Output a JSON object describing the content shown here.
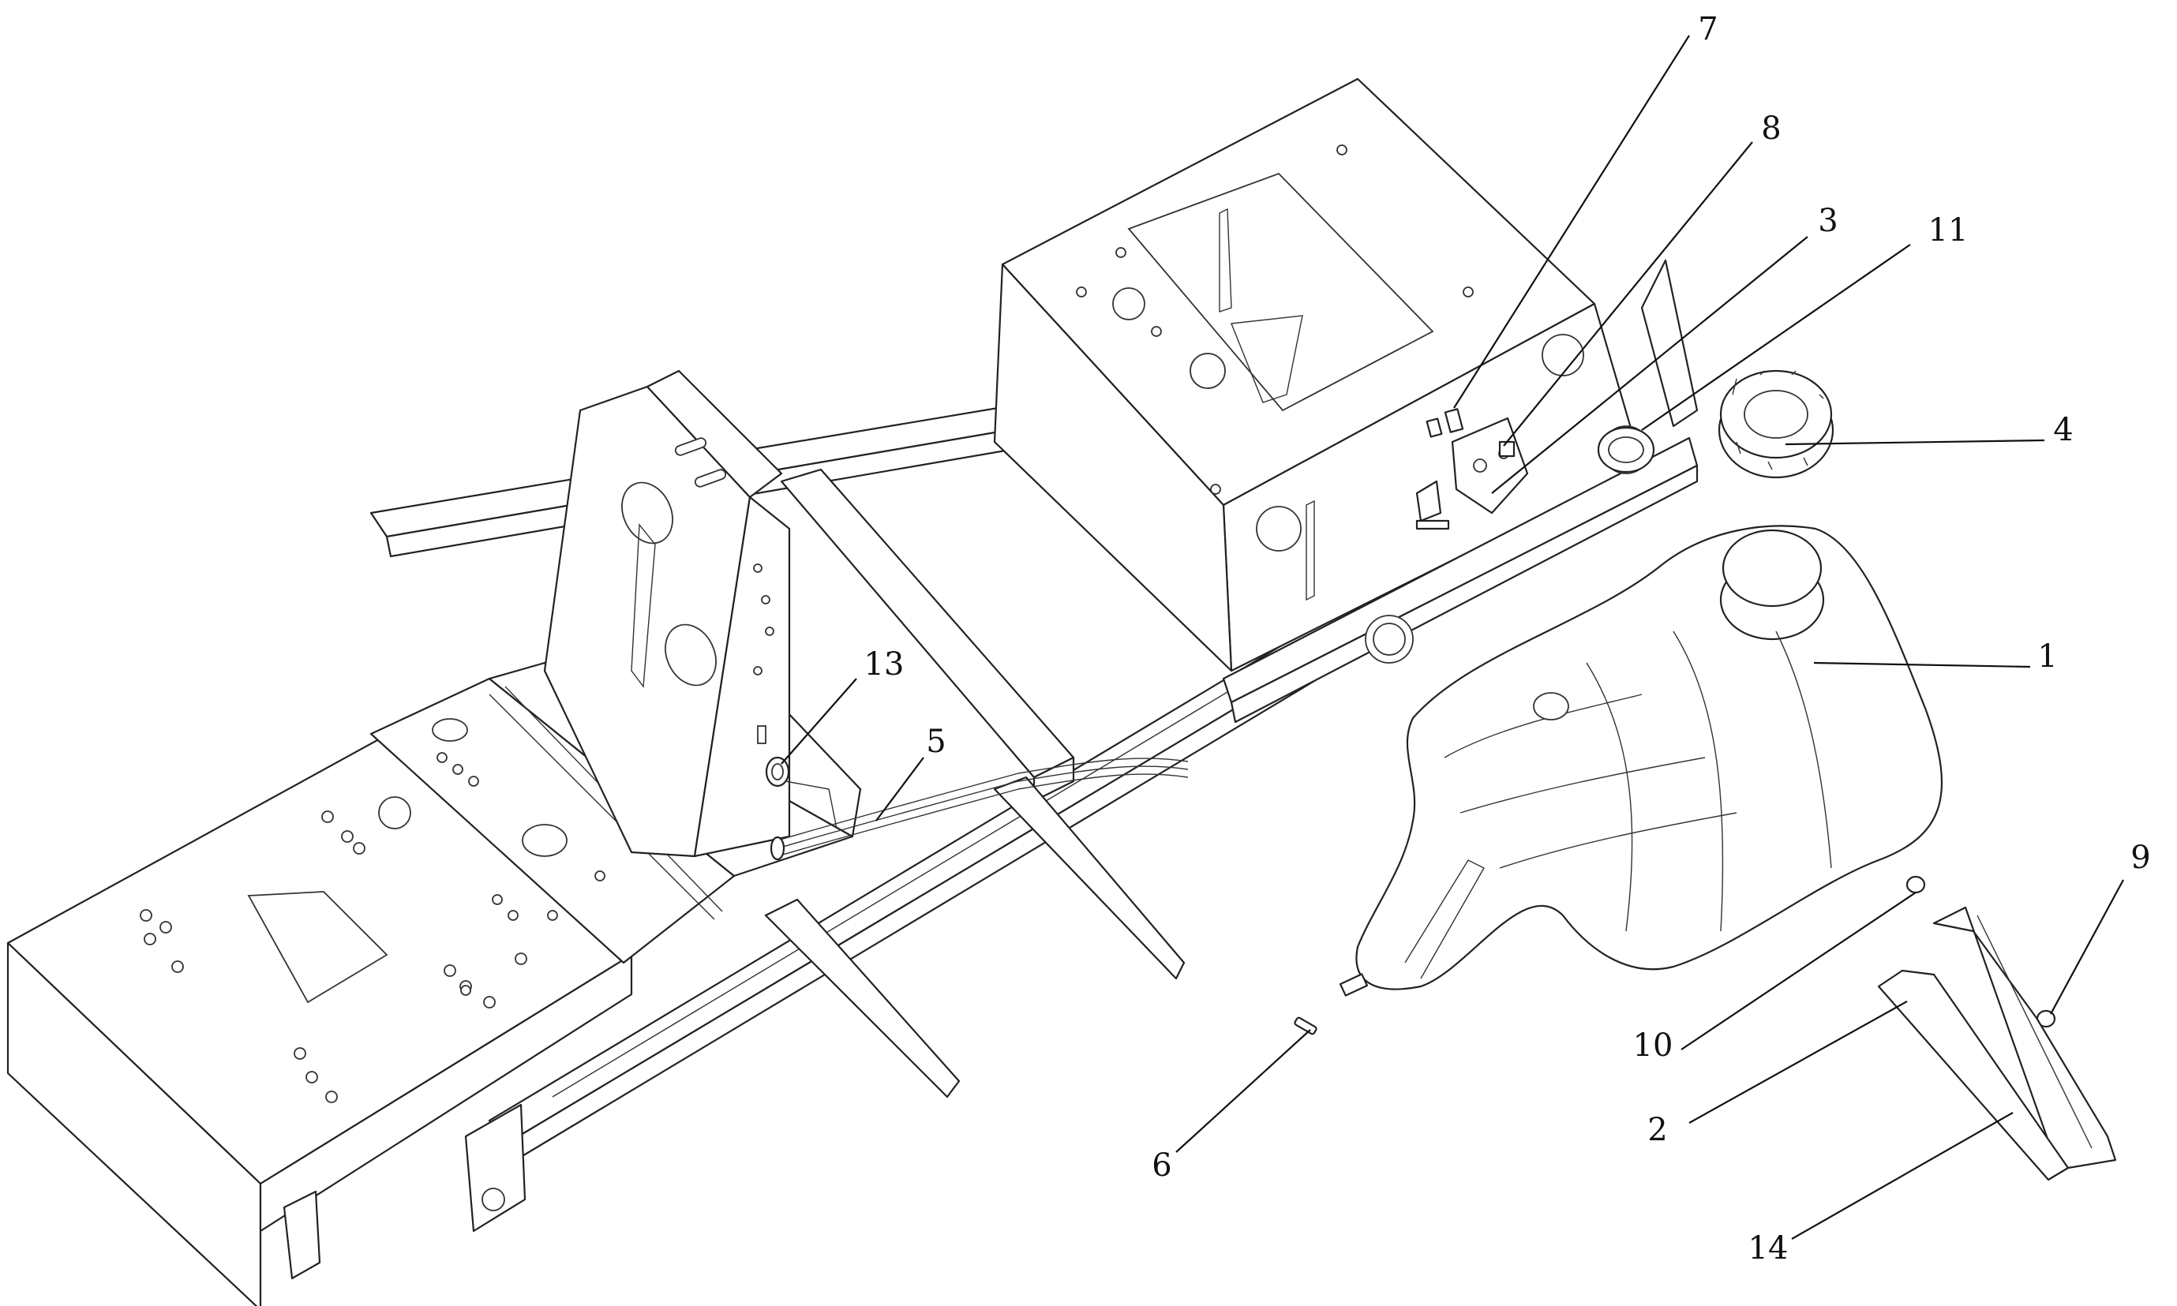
{
  "callouts": [
    {
      "id": "1",
      "label": "1"
    },
    {
      "id": "2",
      "label": "2"
    },
    {
      "id": "3",
      "label": "3"
    },
    {
      "id": "4",
      "label": "4"
    },
    {
      "id": "5",
      "label": "5"
    },
    {
      "id": "6",
      "label": "6"
    },
    {
      "id": "7",
      "label": "7"
    },
    {
      "id": "8",
      "label": "8"
    },
    {
      "id": "9",
      "label": "9"
    },
    {
      "id": "10",
      "label": "10"
    },
    {
      "id": "11",
      "label": "11"
    },
    {
      "id": "13",
      "label": "13"
    },
    {
      "id": "14",
      "label": "14"
    }
  ]
}
